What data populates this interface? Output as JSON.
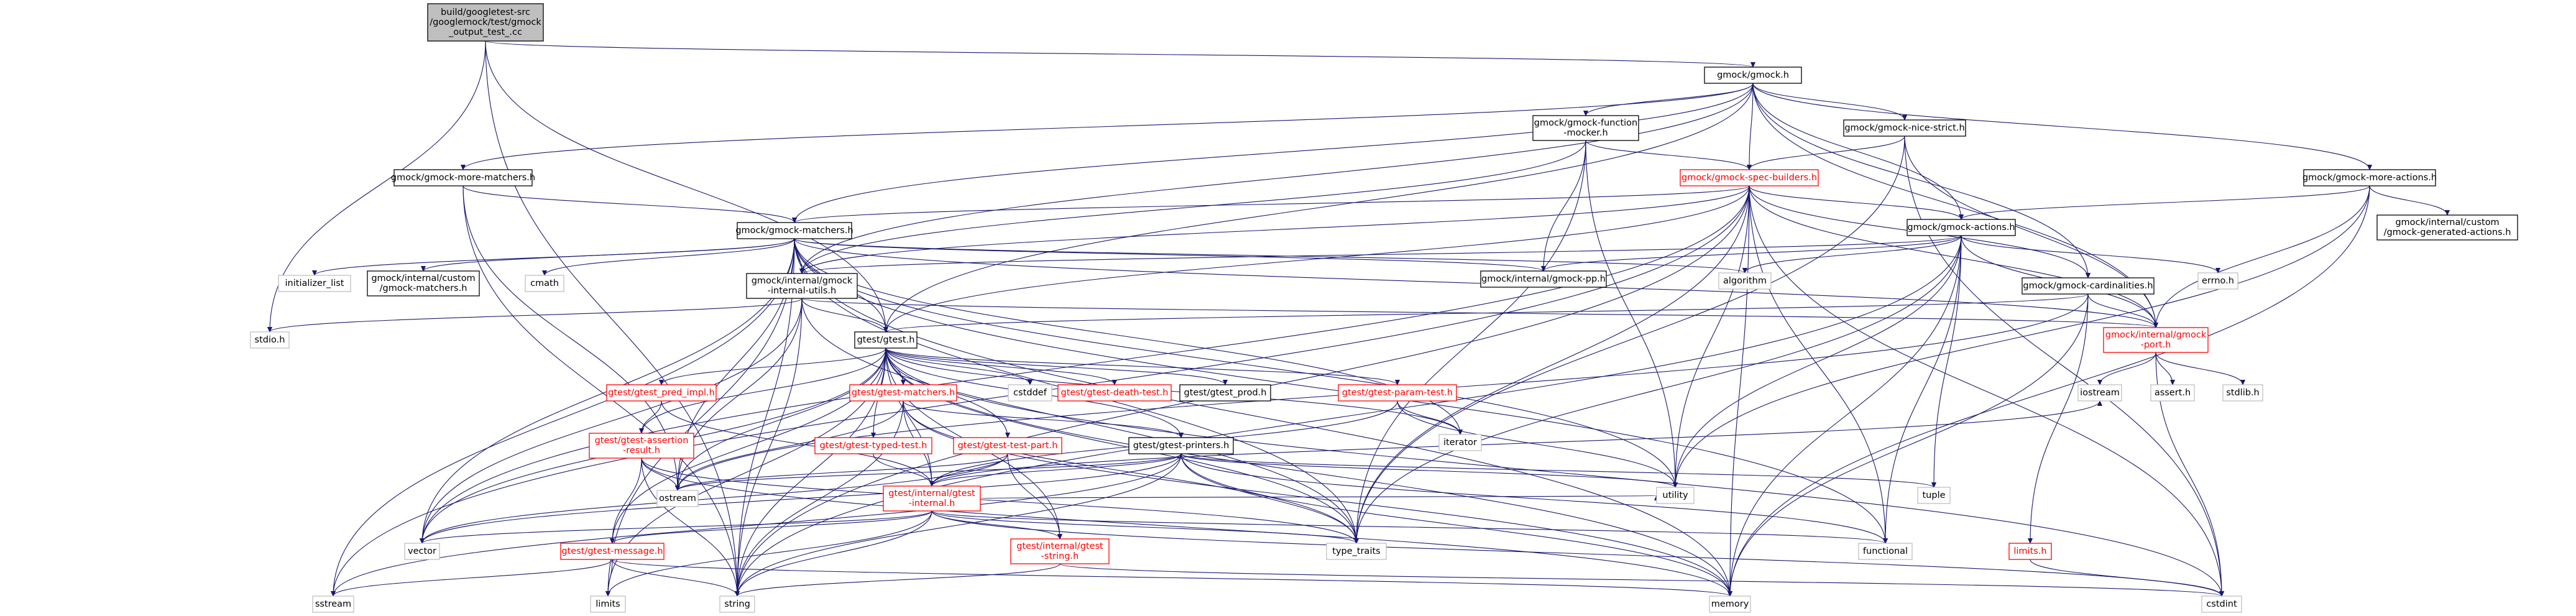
{
  "graph": {
    "nodes": [
      {
        "id": "root",
        "lines": [
          "build/googletest-src",
          "/googlemock/test/gmock",
          "_output_test_.cc"
        ],
        "kind": "root"
      },
      {
        "id": "gmock_h",
        "lines": [
          "gmock/gmock.h"
        ],
        "kind": "normal"
      },
      {
        "id": "func_mocker",
        "lines": [
          "gmock/gmock-function",
          "-mocker.h"
        ],
        "kind": "normal"
      },
      {
        "id": "nice_strict",
        "lines": [
          "gmock/gmock-nice-strict.h"
        ],
        "kind": "normal"
      },
      {
        "id": "more_matchers",
        "lines": [
          "gmock/gmock-more-matchers.h"
        ],
        "kind": "normal"
      },
      {
        "id": "spec_builders",
        "lines": [
          "gmock/gmock-spec-builders.h"
        ],
        "kind": "red"
      },
      {
        "id": "more_actions",
        "lines": [
          "gmock/gmock-more-actions.h"
        ],
        "kind": "normal"
      },
      {
        "id": "matchers",
        "lines": [
          "gmock/gmock-matchers.h"
        ],
        "kind": "normal"
      },
      {
        "id": "actions",
        "lines": [
          "gmock/gmock-actions.h"
        ],
        "kind": "normal"
      },
      {
        "id": "custom_gen_actions",
        "lines": [
          "gmock/internal/custom",
          "/gmock-generated-actions.h"
        ],
        "kind": "normal"
      },
      {
        "id": "initializer_list",
        "lines": [
          "initializer_list"
        ],
        "kind": "gray"
      },
      {
        "id": "custom_matchers",
        "lines": [
          "gmock/internal/custom",
          "/gmock-matchers.h"
        ],
        "kind": "normal"
      },
      {
        "id": "cmath",
        "lines": [
          "cmath"
        ],
        "kind": "gray"
      },
      {
        "id": "internal_utils",
        "lines": [
          "gmock/internal/gmock",
          "-internal-utils.h"
        ],
        "kind": "normal"
      },
      {
        "id": "gmock_pp",
        "lines": [
          "gmock/internal/gmock-pp.h"
        ],
        "kind": "normal"
      },
      {
        "id": "algorithm",
        "lines": [
          "algorithm"
        ],
        "kind": "gray"
      },
      {
        "id": "errno_h",
        "lines": [
          "errno.h"
        ],
        "kind": "gray"
      },
      {
        "id": "cardinalities",
        "lines": [
          "gmock/gmock-cardinalities.h"
        ],
        "kind": "normal"
      },
      {
        "id": "stdio_h",
        "lines": [
          "stdio.h"
        ],
        "kind": "gray"
      },
      {
        "id": "gtest_h",
        "lines": [
          "gtest/gtest.h"
        ],
        "kind": "normal"
      },
      {
        "id": "gmock_port",
        "lines": [
          "gmock/internal/gmock",
          "-port.h"
        ],
        "kind": "red"
      },
      {
        "id": "pred_impl",
        "lines": [
          "gtest/gtest_pred_impl.h"
        ],
        "kind": "red"
      },
      {
        "id": "gtest_matchers",
        "lines": [
          "gtest/gtest-matchers.h"
        ],
        "kind": "red"
      },
      {
        "id": "cstddef",
        "lines": [
          "cstddef"
        ],
        "kind": "gray"
      },
      {
        "id": "death_test",
        "lines": [
          "gtest/gtest-death-test.h"
        ],
        "kind": "red"
      },
      {
        "id": "gtest_prod",
        "lines": [
          "gtest/gtest_prod.h"
        ],
        "kind": "normal"
      },
      {
        "id": "param_test",
        "lines": [
          "gtest/gtest-param-test.h"
        ],
        "kind": "red"
      },
      {
        "id": "iostream",
        "lines": [
          "iostream"
        ],
        "kind": "gray"
      },
      {
        "id": "assert_h",
        "lines": [
          "assert.h"
        ],
        "kind": "gray"
      },
      {
        "id": "stdlib_h",
        "lines": [
          "stdlib.h"
        ],
        "kind": "gray"
      },
      {
        "id": "assertion_result",
        "lines": [
          "gtest/gtest-assertion",
          "-result.h"
        ],
        "kind": "red"
      },
      {
        "id": "typed_test",
        "lines": [
          "gtest/gtest-typed-test.h"
        ],
        "kind": "red"
      },
      {
        "id": "test_part",
        "lines": [
          "gtest/gtest-test-part.h"
        ],
        "kind": "red"
      },
      {
        "id": "printers",
        "lines": [
          "gtest/gtest-printers.h"
        ],
        "kind": "normal"
      },
      {
        "id": "iterator",
        "lines": [
          "iterator"
        ],
        "kind": "gray"
      },
      {
        "id": "ostream",
        "lines": [
          "ostream"
        ],
        "kind": "gray"
      },
      {
        "id": "gtest_internal",
        "lines": [
          "gtest/internal/gtest",
          "-internal.h"
        ],
        "kind": "red"
      },
      {
        "id": "utility",
        "lines": [
          "utility"
        ],
        "kind": "gray"
      },
      {
        "id": "tuple",
        "lines": [
          "tuple"
        ],
        "kind": "gray"
      },
      {
        "id": "vector",
        "lines": [
          "vector"
        ],
        "kind": "gray"
      },
      {
        "id": "type_traits",
        "lines": [
          "type_traits"
        ],
        "kind": "gray"
      },
      {
        "id": "gtest_message",
        "lines": [
          "gtest/gtest-message.h"
        ],
        "kind": "red"
      },
      {
        "id": "gtest_string",
        "lines": [
          "gtest/internal/gtest",
          "-string.h"
        ],
        "kind": "red"
      },
      {
        "id": "functional",
        "lines": [
          "functional"
        ],
        "kind": "gray"
      },
      {
        "id": "limits_h",
        "lines": [
          "limits.h"
        ],
        "kind": "red"
      },
      {
        "id": "sstream",
        "lines": [
          "sstream"
        ],
        "kind": "gray"
      },
      {
        "id": "limits",
        "lines": [
          "limits"
        ],
        "kind": "gray"
      },
      {
        "id": "string",
        "lines": [
          "string"
        ],
        "kind": "gray"
      },
      {
        "id": "memory",
        "lines": [
          "memory"
        ],
        "kind": "gray"
      },
      {
        "id": "cstdint",
        "lines": [
          "cstdint"
        ],
        "kind": "gray"
      }
    ],
    "edges": [
      [
        "root",
        "gmock_h"
      ],
      [
        "root",
        "gtest_h"
      ],
      [
        "root",
        "stdio_h"
      ],
      [
        "root",
        "string"
      ],
      [
        "gmock_h",
        "func_mocker"
      ],
      [
        "gmock_h",
        "nice_strict"
      ],
      [
        "gmock_h",
        "more_matchers"
      ],
      [
        "gmock_h",
        "more_actions"
      ],
      [
        "gmock_h",
        "spec_builders"
      ],
      [
        "gmock_h",
        "matchers"
      ],
      [
        "gmock_h",
        "actions"
      ],
      [
        "gmock_h",
        "cardinalities"
      ],
      [
        "gmock_h",
        "internal_utils"
      ],
      [
        "gmock_h",
        "gmock_port"
      ],
      [
        "gmock_h",
        "gtest_h"
      ],
      [
        "func_mocker",
        "spec_builders"
      ],
      [
        "func_mocker",
        "internal_utils"
      ],
      [
        "func_mocker",
        "gmock_pp"
      ],
      [
        "func_mocker",
        "type_traits"
      ],
      [
        "func_mocker",
        "utility"
      ],
      [
        "nice_strict",
        "spec_builders"
      ],
      [
        "nice_strict",
        "gmock_port"
      ],
      [
        "nice_strict",
        "type_traits"
      ],
      [
        "nice_strict",
        "cstdint"
      ],
      [
        "more_matchers",
        "matchers"
      ],
      [
        "more_matchers",
        "ostream"
      ],
      [
        "more_matchers",
        "string"
      ],
      [
        "more_actions",
        "actions"
      ],
      [
        "more_actions",
        "custom_gen_actions"
      ],
      [
        "more_actions",
        "gmock_port"
      ],
      [
        "more_actions",
        "utility"
      ],
      [
        "more_actions",
        "memory"
      ],
      [
        "spec_builders",
        "matchers"
      ],
      [
        "spec_builders",
        "actions"
      ],
      [
        "spec_builders",
        "cardinalities"
      ],
      [
        "spec_builders",
        "internal_utils"
      ],
      [
        "spec_builders",
        "gmock_port"
      ],
      [
        "spec_builders",
        "gtest_h"
      ],
      [
        "spec_builders",
        "functional"
      ],
      [
        "spec_builders",
        "utility"
      ],
      [
        "spec_builders",
        "type_traits"
      ],
      [
        "spec_builders",
        "memory"
      ],
      [
        "spec_builders",
        "string"
      ],
      [
        "spec_builders",
        "sstream"
      ],
      [
        "spec_builders",
        "cstdint"
      ],
      [
        "spec_builders",
        "vector"
      ],
      [
        "matchers",
        "initializer_list"
      ],
      [
        "matchers",
        "custom_matchers"
      ],
      [
        "matchers",
        "cmath"
      ],
      [
        "matchers",
        "internal_utils"
      ],
      [
        "matchers",
        "gmock_pp"
      ],
      [
        "matchers",
        "algorithm"
      ],
      [
        "matchers",
        "gmock_port"
      ],
      [
        "matchers",
        "gtest_h"
      ],
      [
        "matchers",
        "ostream"
      ],
      [
        "matchers",
        "sstream"
      ],
      [
        "matchers",
        "string"
      ],
      [
        "matchers",
        "limits"
      ],
      [
        "matchers",
        "vector"
      ],
      [
        "matchers",
        "type_traits"
      ],
      [
        "matchers",
        "utility"
      ],
      [
        "matchers",
        "memory"
      ],
      [
        "matchers",
        "iterator"
      ],
      [
        "matchers",
        "functional"
      ],
      [
        "actions",
        "internal_utils"
      ],
      [
        "actions",
        "gmock_pp"
      ],
      [
        "actions",
        "algorithm"
      ],
      [
        "actions",
        "errno_h"
      ],
      [
        "actions",
        "gmock_port"
      ],
      [
        "actions",
        "functional"
      ],
      [
        "actions",
        "memory"
      ],
      [
        "actions",
        "string"
      ],
      [
        "actions",
        "tuple"
      ],
      [
        "actions",
        "type_traits"
      ],
      [
        "actions",
        "utility"
      ],
      [
        "internal_utils",
        "stdio_h"
      ],
      [
        "internal_utils",
        "ostream"
      ],
      [
        "internal_utils",
        "string"
      ],
      [
        "internal_utils",
        "type_traits"
      ],
      [
        "internal_utils",
        "vector"
      ],
      [
        "internal_utils",
        "gmock_port"
      ],
      [
        "internal_utils",
        "gtest_h"
      ],
      [
        "cardinalities",
        "limits_h"
      ],
      [
        "cardinalities",
        "memory"
      ],
      [
        "cardinalities",
        "ostream"
      ],
      [
        "cardinalities",
        "gmock_port"
      ],
      [
        "cardinalities",
        "gtest_h"
      ],
      [
        "gmock_port",
        "iostream"
      ],
      [
        "gmock_port",
        "assert_h"
      ],
      [
        "gmock_port",
        "stdlib_h"
      ],
      [
        "gmock_port",
        "cstdint"
      ],
      [
        "gtest_h",
        "pred_impl"
      ],
      [
        "gtest_h",
        "gtest_matchers"
      ],
      [
        "gtest_h",
        "cstddef"
      ],
      [
        "gtest_h",
        "death_test"
      ],
      [
        "gtest_h",
        "gtest_prod"
      ],
      [
        "gtest_h",
        "param_test"
      ],
      [
        "gtest_h",
        "assertion_result"
      ],
      [
        "gtest_h",
        "typed_test"
      ],
      [
        "gtest_h",
        "test_part"
      ],
      [
        "gtest_h",
        "printers"
      ],
      [
        "gtest_h",
        "gtest_internal"
      ],
      [
        "gtest_h",
        "gtest_message"
      ],
      [
        "gtest_h",
        "gtest_string"
      ],
      [
        "gtest_h",
        "iterator"
      ],
      [
        "gtest_h",
        "ostream"
      ],
      [
        "gtest_h",
        "vector"
      ],
      [
        "gtest_h",
        "type_traits"
      ],
      [
        "gtest_h",
        "limits"
      ],
      [
        "gtest_h",
        "memory"
      ],
      [
        "gtest_h",
        "string"
      ],
      [
        "gtest_h",
        "cstdint"
      ],
      [
        "pred_impl",
        "assertion_result"
      ],
      [
        "pred_impl",
        "gtest_internal"
      ],
      [
        "gtest_matchers",
        "printers"
      ],
      [
        "gtest_matchers",
        "gtest_internal"
      ],
      [
        "gtest_matchers",
        "ostream"
      ],
      [
        "gtest_matchers",
        "string"
      ],
      [
        "gtest_matchers",
        "memory"
      ],
      [
        "gtest_matchers",
        "type_traits"
      ],
      [
        "param_test",
        "gtest_internal"
      ],
      [
        "param_test",
        "iterator"
      ],
      [
        "param_test",
        "utility"
      ],
      [
        "assertion_result",
        "gtest_message"
      ],
      [
        "assertion_result",
        "ostream"
      ],
      [
        "assertion_result",
        "string"
      ],
      [
        "assertion_result",
        "type_traits"
      ],
      [
        "assertion_result",
        "memory"
      ],
      [
        "typed_test",
        "gtest_internal"
      ],
      [
        "test_part",
        "gtest_internal"
      ],
      [
        "test_part",
        "gtest_string"
      ],
      [
        "test_part",
        "ostream"
      ],
      [
        "test_part",
        "vector"
      ],
      [
        "printers",
        "gtest_internal"
      ],
      [
        "printers",
        "functional"
      ],
      [
        "printers",
        "memory"
      ],
      [
        "printers",
        "ostream"
      ],
      [
        "printers",
        "sstream"
      ],
      [
        "printers",
        "string"
      ],
      [
        "printers",
        "tuple"
      ],
      [
        "printers",
        "type_traits"
      ],
      [
        "printers",
        "utility"
      ],
      [
        "printers",
        "vector"
      ],
      [
        "gtest_internal",
        "gtest_message"
      ],
      [
        "gtest_internal",
        "gtest_string"
      ],
      [
        "gtest_internal",
        "functional"
      ],
      [
        "gtest_internal",
        "limits"
      ],
      [
        "gtest_internal",
        "string"
      ],
      [
        "gtest_internal",
        "type_traits"
      ],
      [
        "gtest_internal",
        "utility"
      ],
      [
        "gtest_internal",
        "vector"
      ],
      [
        "gtest_internal",
        "iostream"
      ],
      [
        "gtest_internal",
        "cstdint"
      ],
      [
        "gtest_message",
        "limits"
      ],
      [
        "gtest_message",
        "memory"
      ],
      [
        "gtest_message",
        "sstream"
      ],
      [
        "gtest_message",
        "string"
      ],
      [
        "gtest_string",
        "string"
      ],
      [
        "gtest_string",
        "cstdint"
      ],
      [
        "limits_h",
        "cstdint"
      ]
    ]
  },
  "colors": {
    "edge": "#191970",
    "root_fill": "#bfbfbf",
    "normal_stroke": "#000000",
    "red_stroke": "#ff0000",
    "gray_stroke": "#bfbfbf",
    "text": "#000000",
    "red_text": "#ff0000"
  }
}
